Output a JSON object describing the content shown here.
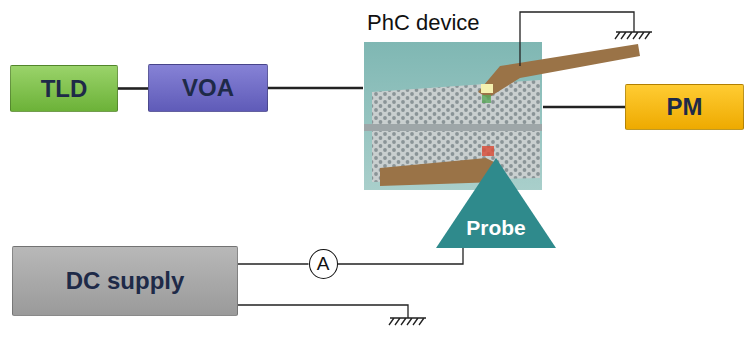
{
  "diagram": {
    "nodes": [
      {
        "text": [
          "TLD"
        ]
      },
      {
        "text": [
          "VOA"
        ]
      },
      {
        "text": [
          "PhC device"
        ]
      },
      {
        "text": [
          "PM"
        ]
      },
      {
        "text": [
          "Probe"
        ]
      },
      {
        "text": [
          "DC supply"
        ]
      },
      {
        "text": [
          "A"
        ]
      }
    ],
    "edges": [
      {
        "from": 0,
        "to": 1,
        "arrow": "none"
      },
      {
        "from": 1,
        "to": 2,
        "arrow": "none"
      },
      {
        "from": 2,
        "to": 3,
        "arrow": "none"
      },
      {
        "from": 5,
        "to": 6,
        "arrow": "none"
      },
      {
        "from": 6,
        "to": 4,
        "arrow": "none"
      }
    ]
  }
}
